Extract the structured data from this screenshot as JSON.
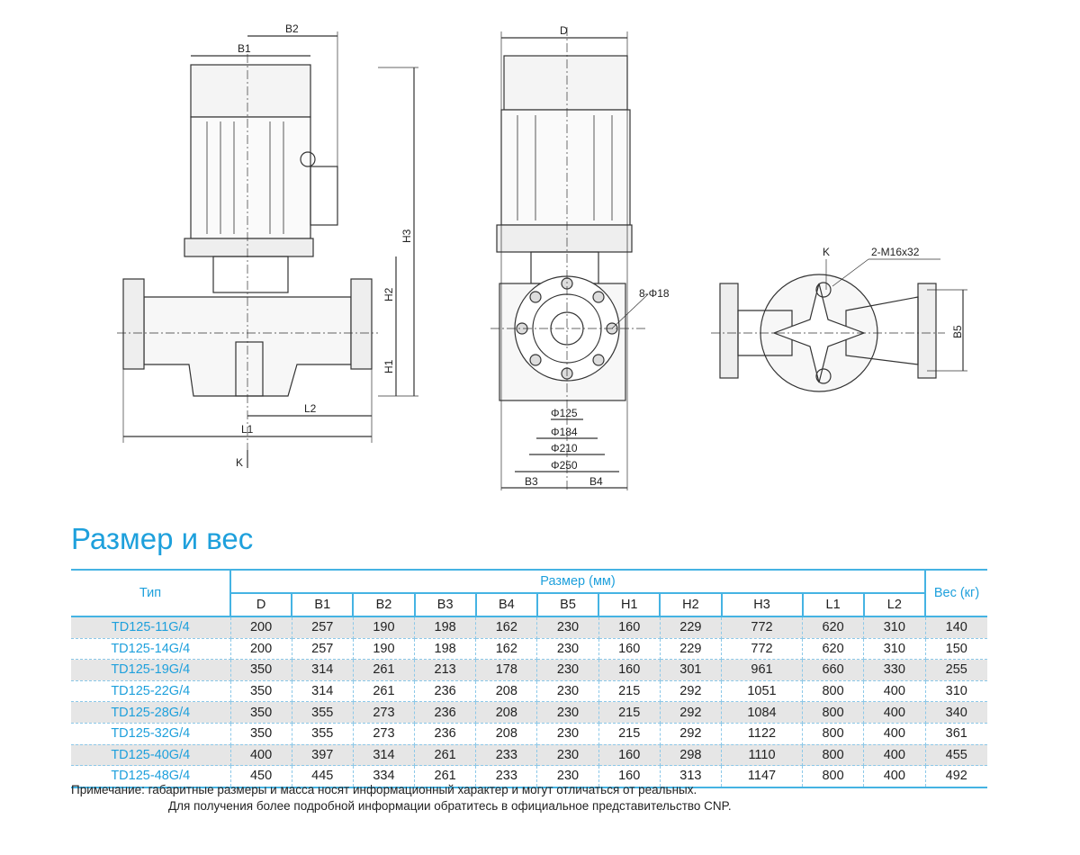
{
  "drawing_labels": {
    "front": {
      "b1": "B1",
      "b2": "B2",
      "h3": "H3",
      "h2": "H2",
      "h1": "H1",
      "l2": "L2",
      "l1": "L1",
      "k": "K"
    },
    "side": {
      "d": "D",
      "holes": "8-Φ18",
      "d125": "Φ125",
      "d184": "Φ184",
      "d210": "Φ210",
      "d250": "Φ250",
      "b3": "B3",
      "b4": "B4"
    },
    "top": {
      "k": "K",
      "bolts": "2-M16x32",
      "b5": "B5"
    }
  },
  "section_title": "Размер и вес",
  "table": {
    "type_header": "Тип",
    "size_header": "Размер (мм)",
    "weight_header": "Вес (кг)",
    "columns": [
      "D",
      "B1",
      "B2",
      "B3",
      "B4",
      "B5",
      "H1",
      "H2",
      "H3",
      "L1",
      "L2"
    ],
    "rows": [
      {
        "type": "TD125-11G/4",
        "values": [
          "200",
          "257",
          "190",
          "198",
          "162",
          "230",
          "160",
          "229",
          "772",
          "620",
          "310"
        ],
        "weight": "140"
      },
      {
        "type": "TD125-14G/4",
        "values": [
          "200",
          "257",
          "190",
          "198",
          "162",
          "230",
          "160",
          "229",
          "772",
          "620",
          "310"
        ],
        "weight": "150"
      },
      {
        "type": "TD125-19G/4",
        "values": [
          "350",
          "314",
          "261",
          "213",
          "178",
          "230",
          "160",
          "301",
          "961",
          "660",
          "330"
        ],
        "weight": "255"
      },
      {
        "type": "TD125-22G/4",
        "values": [
          "350",
          "314",
          "261",
          "236",
          "208",
          "230",
          "215",
          "292",
          "1051",
          "800",
          "400"
        ],
        "weight": "310"
      },
      {
        "type": "TD125-28G/4",
        "values": [
          "350",
          "355",
          "273",
          "236",
          "208",
          "230",
          "215",
          "292",
          "1084",
          "800",
          "400"
        ],
        "weight": "340"
      },
      {
        "type": "TD125-32G/4",
        "values": [
          "350",
          "355",
          "273",
          "236",
          "208",
          "230",
          "215",
          "292",
          "1122",
          "800",
          "400"
        ],
        "weight": "361"
      },
      {
        "type": "TD125-40G/4",
        "values": [
          "400",
          "397",
          "314",
          "261",
          "233",
          "230",
          "160",
          "298",
          "1110",
          "800",
          "400"
        ],
        "weight": "455"
      },
      {
        "type": "TD125-48G/4",
        "values": [
          "450",
          "445",
          "334",
          "261",
          "233",
          "230",
          "160",
          "313",
          "1147",
          "800",
          "400"
        ],
        "weight": "492"
      }
    ]
  },
  "notes": [
    "Примечание: габаритные размеры и масса носят информационный характер и могут отличаться от реальных.",
    "Для получения более подробной информации обратитесь в официальное представительство CNP."
  ]
}
